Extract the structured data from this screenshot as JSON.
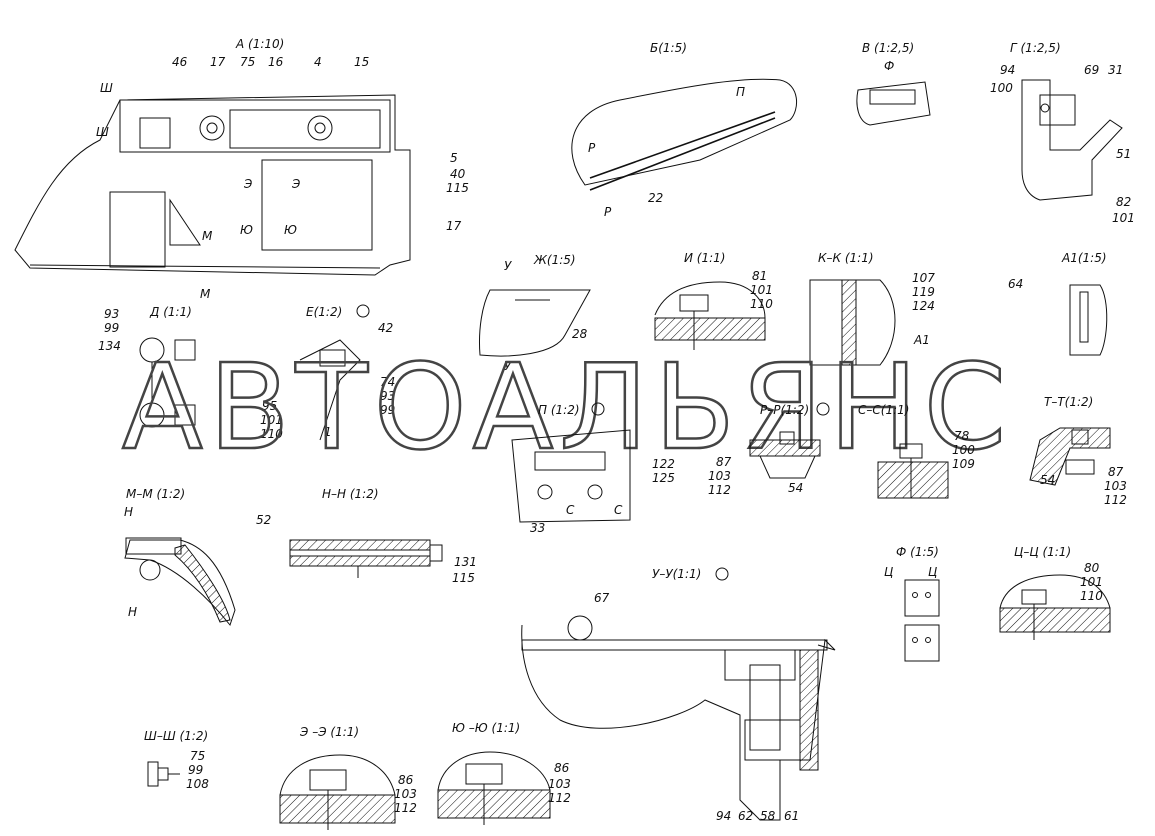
{
  "watermark": "АВТОАЛЬЯНС",
  "views": {
    "a": {
      "title": "А (1:10)",
      "callouts": [
        "46",
        "17",
        "75",
        "16",
        "4",
        "15",
        "5",
        "40",
        "115",
        "17",
        "Ш",
        "Ш",
        "Э",
        "Э",
        "Ю",
        "Ю",
        "М",
        "М"
      ]
    },
    "b": {
      "title": "Б(1:5)",
      "callouts": [
        "П",
        "Р",
        "Р",
        "22"
      ]
    },
    "v": {
      "title": "В (1:2,5)",
      "callouts": [
        "Ф"
      ]
    },
    "g": {
      "title": "Г (1:2,5)",
      "callouts": [
        "94",
        "100",
        "69",
        "31",
        "51",
        "82",
        "101"
      ]
    },
    "zh": {
      "title": "Ж(1:5)",
      "callouts": [
        "У",
        "У",
        "28"
      ]
    },
    "i": {
      "title": "И (1:1)",
      "callouts": [
        "81",
        "101",
        "110"
      ]
    },
    "kk": {
      "title": "К–К (1:1)",
      "callouts": [
        "107",
        "119",
        "124",
        "А1"
      ]
    },
    "a1": {
      "title": "А1(1:5)",
      "callouts": [
        "64"
      ]
    },
    "d": {
      "title": "Д (1:1)",
      "callouts": [
        "93",
        "99",
        "134"
      ]
    },
    "e": {
      "title": "Е(1:2)",
      "callouts": [
        "42",
        "74",
        "93",
        "99",
        "95",
        "101",
        "110",
        "1"
      ]
    },
    "p": {
      "title": "П (1:2)",
      "callouts": [
        "122",
        "125",
        "33",
        "С",
        "С"
      ]
    },
    "rr": {
      "title": "Р–Р(1:2)",
      "callouts": [
        "87",
        "103",
        "112",
        "54"
      ]
    },
    "ss": {
      "title": "С–С(1:1)",
      "callouts": [
        "78",
        "100",
        "109"
      ]
    },
    "tt": {
      "title": "Т–Т(1:2)",
      "callouts": [
        "54",
        "87",
        "103",
        "112"
      ]
    },
    "mm": {
      "title": "М–М (1:2)",
      "callouts": [
        "Н",
        "Н"
      ]
    },
    "nn": {
      "title": "Н–Н (1:2)",
      "callouts": [
        "52",
        "131",
        "115"
      ]
    },
    "f": {
      "title": "Ф (1:5)",
      "callouts": [
        "Ц",
        "Ц"
      ]
    },
    "cc": {
      "title": "Ц–Ц (1:1)",
      "callouts": [
        "80",
        "101",
        "110"
      ]
    },
    "uu": {
      "title": "У–У(1:1)",
      "callouts": [
        "67",
        "94",
        "62",
        "58",
        "61"
      ]
    },
    "shsh": {
      "title": "Ш–Ш (1:2)",
      "callouts": [
        "75",
        "99",
        "108"
      ]
    },
    "ee": {
      "title": "Э –Э (1:1)",
      "callouts": [
        "86",
        "103",
        "112"
      ]
    },
    "yuyu": {
      "title": "Ю –Ю (1:1)",
      "callouts": [
        "86",
        "103",
        "112"
      ]
    }
  }
}
